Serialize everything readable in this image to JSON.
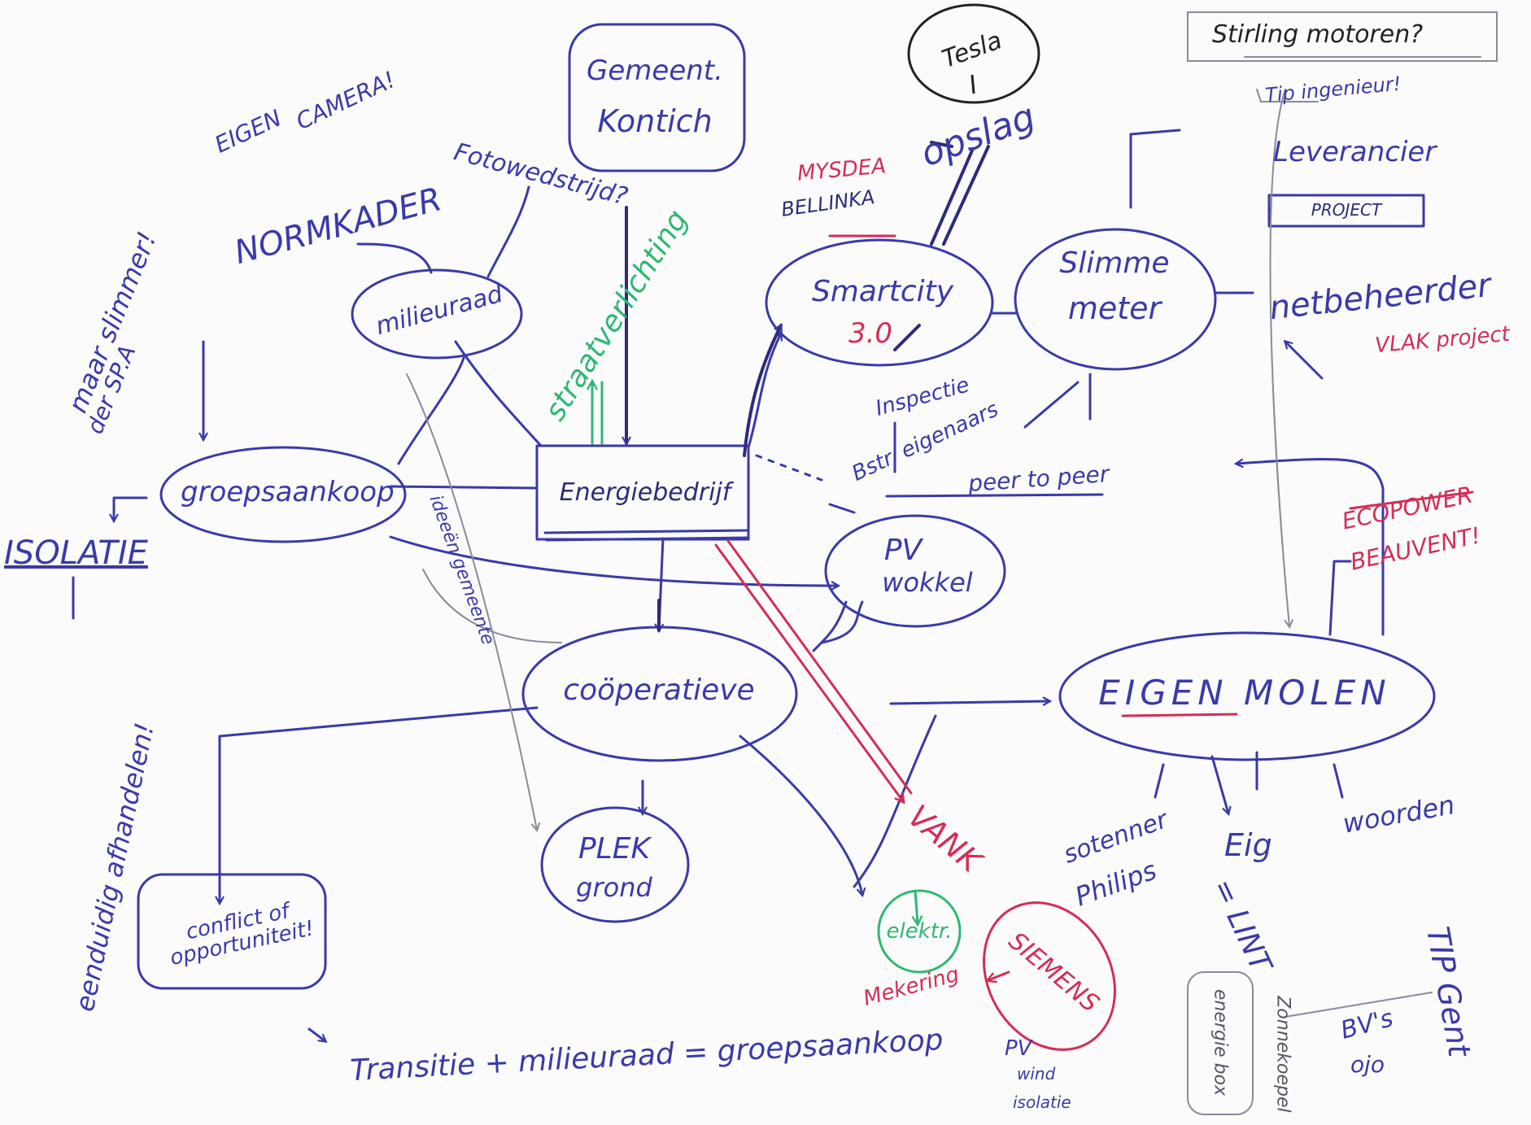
{
  "nodes": {
    "groepsaankoop": "groepsaankoop",
    "milieuraad": "milieuraad",
    "energiebedrijf": "Energiebedrijf",
    "cooperatieve": "coöperatieve",
    "plek": "PLEK",
    "grond": "grond",
    "smartcity": "Smartcity",
    "smartcity_version": "3.0",
    "slimme": "Slimme",
    "meter": "meter",
    "pv": "PV",
    "wokkel": "wokkel",
    "eigen_molen": "EIGEN MOLEN",
    "conflict": "conflict of opportuniteit!",
    "gemeentelijk_line1": "Gemeent.",
    "gemeentelijk_line2": "Kontich",
    "tesla": "Tesla",
    "siemens": "SIEMENS",
    "elektra": "elektr.",
    "project": "PROJECT",
    "ecopower_line1": "ECOPOWER",
    "ecopower_line2": "BEAUVENT!",
    "energie_boxed": "energie box"
  },
  "labels": {
    "eigen_camera_1": "EIGEN",
    "eigen_camera_2": "CAMERA!",
    "normenkader": "NORMKADER",
    "fotowedstrijd": "Fotowedstrijd?",
    "maar_slimmer": "maar slimmer!",
    "sp_a": "der SP.A",
    "isolatie": "ISOLATIE",
    "straatverlichting": "straatverlichting",
    "mysdea_1": "MYSDEA",
    "mysdea_2": "BELLINKA",
    "opslag": "opslag",
    "stirling": "Stirling motoren?",
    "tip_ingenieur": "Tip ingenieur!",
    "leverancier": "Leverancier",
    "netbeheerder": "netbeheerder",
    "vlak_project": "VLAK project",
    "inspectie": "Inspectie",
    "bestaande_eigenaars": "Bstr. eigenaars",
    "peer_to_peer": "peer to peer",
    "ideeen": "ideeën gemeente",
    "vank": "VANK",
    "mekering": "Mekering",
    "sotenner_1": "sotenner",
    "sotenner_2": "Philips",
    "eig": "Eig",
    "lint": "= LINT",
    "woorden": "woorden",
    "tip_gent": "TIP Gent",
    "bvs": "BV's",
    "ojo": "ojo",
    "zonnekoepel": "Zonnekoepel",
    "bande_afhandelen": "eenduidig afhandelen!",
    "transitie": "Transitie + milieuraad = groepsaankoop",
    "pv_list": "PV",
    "wind_list": "wind",
    "isolatie_list": "isolatie"
  },
  "colors": {
    "blue_ink": "#3a3aa8",
    "dark_blue_ink": "#2c2c7a",
    "red_ink": "#d42d57",
    "green_ink": "#2fb873",
    "black_ink": "#222222",
    "pencil": "#8a8a9a"
  }
}
